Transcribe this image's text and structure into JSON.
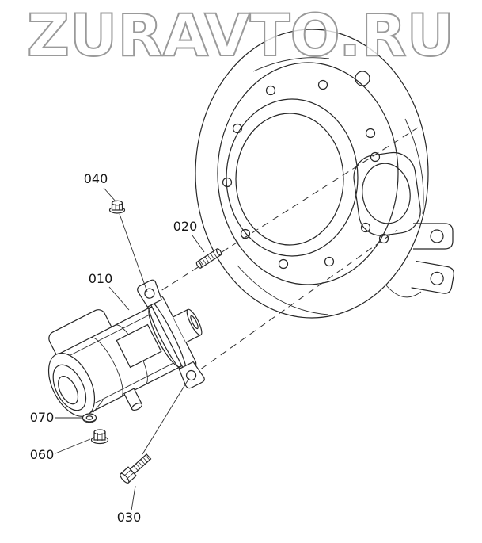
{
  "watermark": {
    "text": "ZURAVTO.RU"
  },
  "colors": {
    "background": "#ffffff",
    "line": "#262626",
    "watermark_outline": "#9a9a9a"
  },
  "diagram": {
    "kind": "exploded-parts-line-drawing",
    "subject": "starter motor mounted to flywheel housing",
    "parts": [
      {
        "label": "040",
        "shape": "flanged-nut"
      },
      {
        "label": "020",
        "shape": "threaded-stud"
      },
      {
        "label": "010",
        "shape": "starter-motor-assembly"
      },
      {
        "label": "070",
        "shape": "lock-washer"
      },
      {
        "label": "060",
        "shape": "flanged-nut"
      },
      {
        "label": "030",
        "shape": "hex-bolt"
      }
    ]
  }
}
